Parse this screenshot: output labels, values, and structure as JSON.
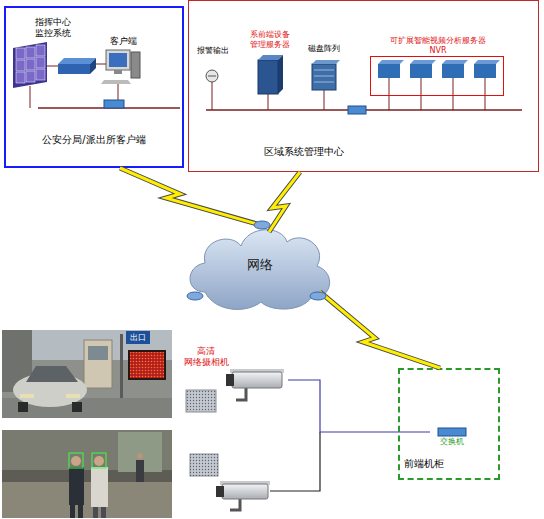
{
  "diagram": {
    "nodes": [
      {
        "text": [
          "公安分局/派出所客户端"
        ]
      },
      {
        "text": [
          "指挥中心 监控系统"
        ],
        "in": 0
      },
      {
        "text": [
          "客户端"
        ],
        "in": 0
      },
      {
        "text": [
          "区域系统管理中心"
        ]
      },
      {
        "text": [
          "报警输出"
        ],
        "in": 3
      },
      {
        "text": [
          "系前端设备 管理服务器"
        ],
        "in": 3
      },
      {
        "text": [
          "磁盘阵列"
        ],
        "in": 3
      },
      {
        "text": [
          "可扩展智能视频分析服务器 NVR"
        ],
        "in": 3
      },
      {
        "text": [
          "网络"
        ]
      },
      {
        "text": [
          "高清 网络摄相机"
        ]
      },
      {
        "text": [
          "前端机柜"
        ]
      },
      {
        "text": [
          "交换机"
        ],
        "in": 10
      }
    ],
    "edges": [
      {
        "from": 0,
        "to": 8,
        "arrow": "none"
      },
      {
        "from": 3,
        "to": 8,
        "arrow": "none"
      },
      {
        "from": 8,
        "to": 10,
        "arrow": "none"
      },
      {
        "from": 9,
        "to": 11,
        "arrow": "none"
      }
    ],
    "labels": [
      "出口"
    ]
  }
}
